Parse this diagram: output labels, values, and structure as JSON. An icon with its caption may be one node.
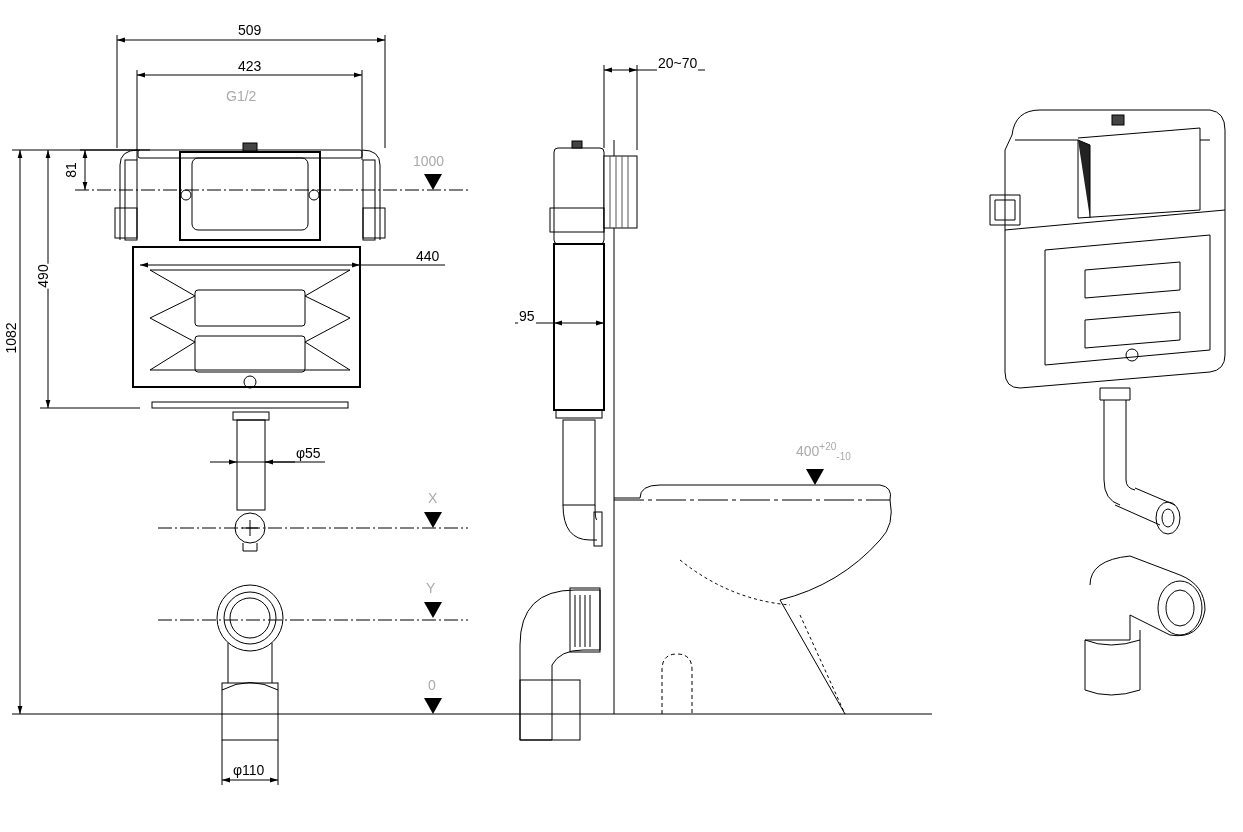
{
  "diagram": {
    "labels": [
      "509",
      "423",
      "G1/2",
      "20~70",
      "81",
      "1000",
      "440",
      "490",
      "1082",
      "95",
      "φ55",
      "400$^{+20}$$_{-10}$",
      "X",
      "Y",
      "0",
      "φ110"
    ]
  }
}
